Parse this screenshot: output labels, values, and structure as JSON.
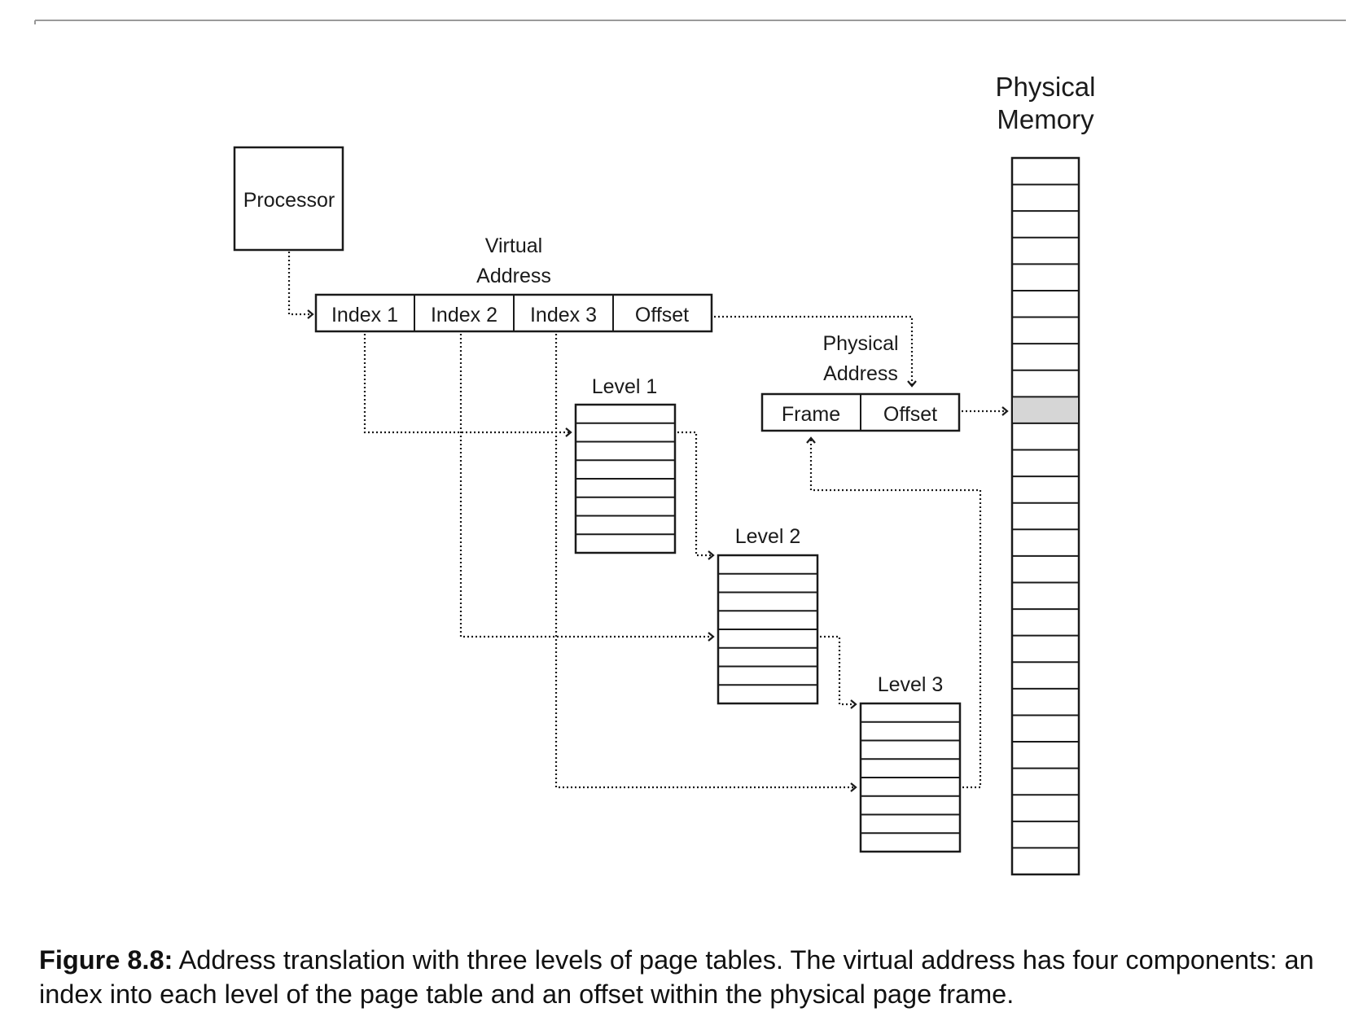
{
  "diagram": {
    "processor_label": "Processor",
    "virtual_address_label": [
      "Virtual",
      "Address"
    ],
    "virtual_address_fields": [
      "Index 1",
      "Index 2",
      "Index 3",
      "Offset"
    ],
    "physical_address_label": [
      "Physical",
      "Address"
    ],
    "physical_address_fields": [
      "Frame",
      "Offset"
    ],
    "physical_memory_label": [
      "Physical",
      "Memory"
    ],
    "level_labels": [
      "Level 1",
      "Level 2",
      "Level 3"
    ],
    "highlight_color": "#d6d6d6"
  },
  "caption": {
    "label": "Figure 8.8:",
    "text": " Address translation with three levels of page tables. The virtual address has four components: an index into each level of the page table and an offset within the physical page frame."
  }
}
